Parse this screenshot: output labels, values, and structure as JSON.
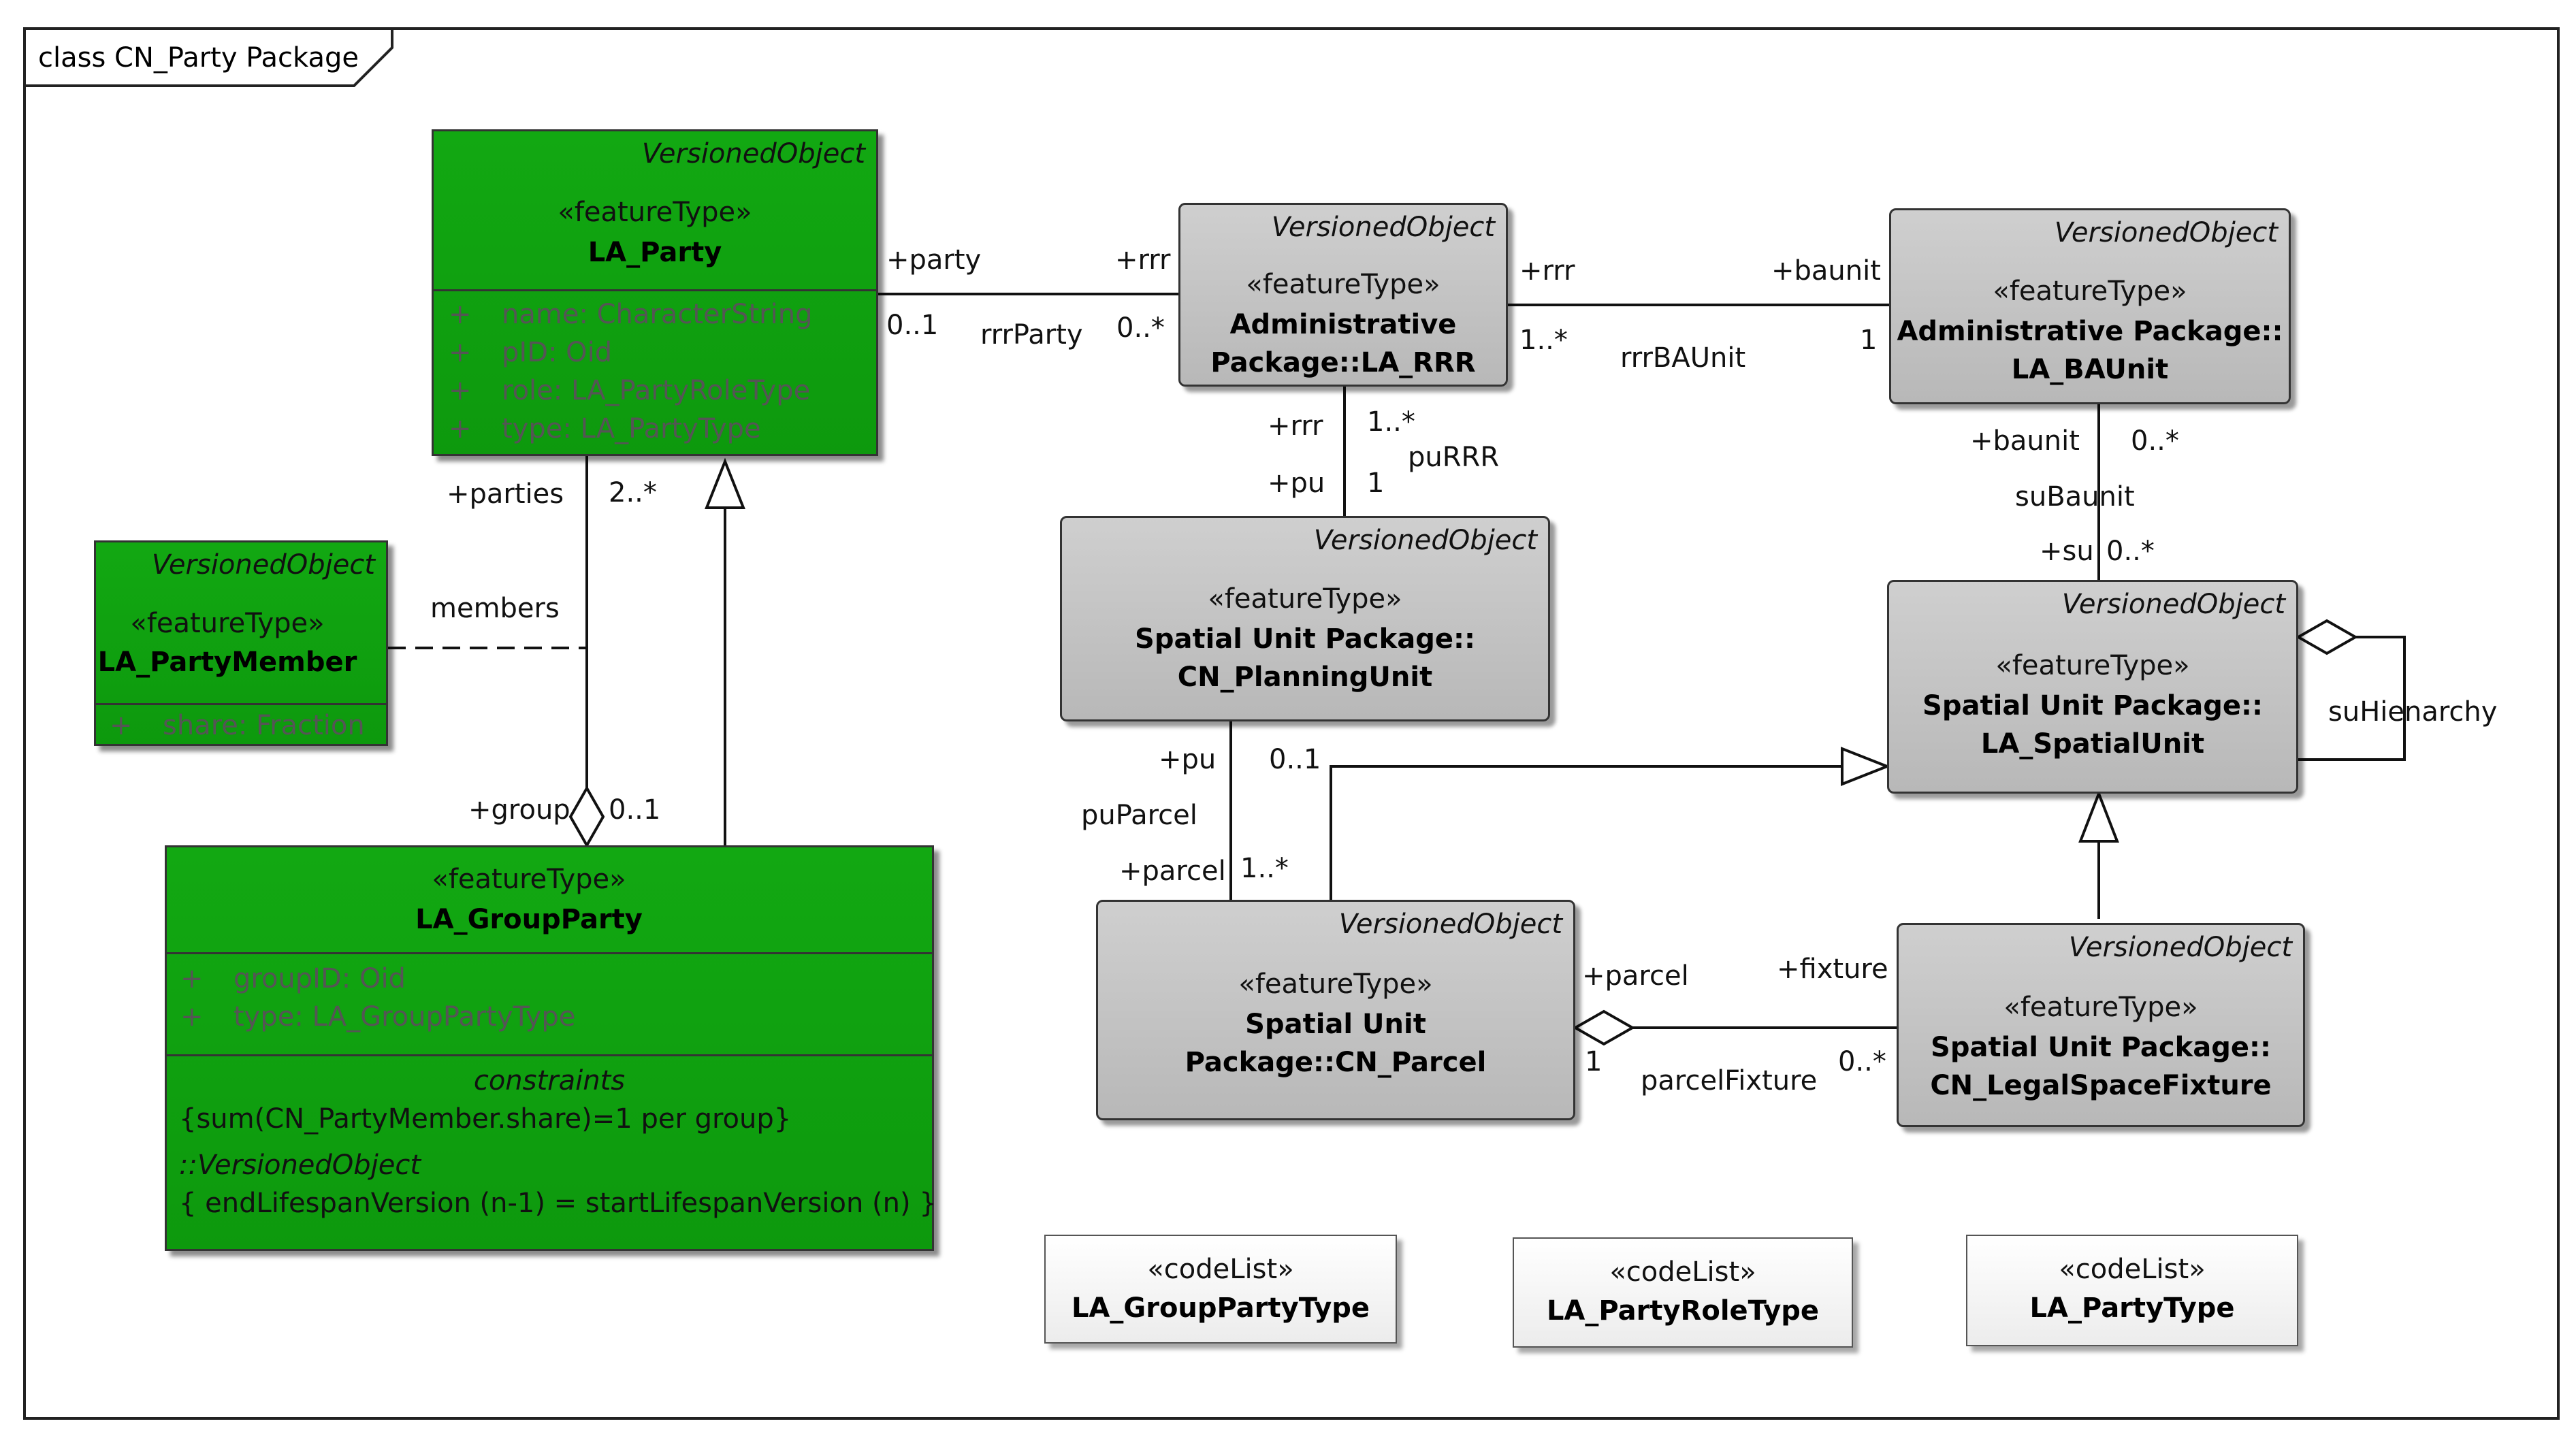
{
  "frame": {
    "title": "class CN_Party Package"
  },
  "common": {
    "versioned": "VersionedObject",
    "feature_stereotype": "«featureType»",
    "codelist_stereotype": "«codeList»",
    "plus": "+"
  },
  "classes": {
    "la_party": {
      "name": "LA_Party",
      "attributes": [
        "name: CharacterString",
        "pID: Oid",
        "role: LA_PartyRoleType",
        "type: LA_PartyType"
      ]
    },
    "la_partymember": {
      "name": "LA_PartyMember",
      "attributes": [
        "share: Fraction"
      ]
    },
    "la_groupparty": {
      "name": "LA_GroupParty",
      "attributes": [
        "groupID: Oid",
        "type: LA_GroupPartyType"
      ],
      "constraints_header": "constraints",
      "constraint_1": "{sum(CN_PartyMember.share)=1 per group}",
      "versioned_ref": "::VersionedObject",
      "constraint_2": "{ endLifespanVersion (n-1) = startLifespanVersion (n) }"
    },
    "la_rrr": {
      "name_line1": "Administrative",
      "name_line2": "Package::LA_RRR"
    },
    "la_baunit": {
      "name_line1": "Administrative Package::",
      "name_line2": "LA_BAUnit"
    },
    "cn_planningunit": {
      "name_line1": "Spatial Unit Package::",
      "name_line2": "CN_PlanningUnit"
    },
    "la_spatialunit": {
      "name_line1": "Spatial Unit Package::",
      "name_line2": "LA_SpatialUnit"
    },
    "cn_parcel": {
      "name_line1": "Spatial Unit Package::CN_Parcel"
    },
    "cn_legalspacefixture": {
      "name_line1": "Spatial Unit Package::",
      "name_line2": "CN_LegalSpaceFixture"
    },
    "la_grouppartytype": {
      "name": "LA_GroupPartyType"
    },
    "la_partyroletype": {
      "name": "LA_PartyRoleType"
    },
    "la_partytype": {
      "name": "LA_PartyType"
    }
  },
  "labels": {
    "party_role": "+party",
    "party_mult": "0..1",
    "rrr_role_1": "+rrr",
    "rrr_mult_1": "0..*",
    "rrrparty": "rrrParty",
    "rrr_role_2": "+rrr",
    "rrr_mult_2": "1..*",
    "rrrbaunit": "rrrBAUnit",
    "baunit_role_1": "+baunit",
    "baunit_mult_1": "1",
    "rrr_role_3": "+rrr",
    "rrr_mult_3": "1..*",
    "purrr": "puRRR",
    "pu_role_1": "+pu",
    "pu_mult_1": "1",
    "baunit_role_2": "+baunit",
    "baunit_mult_2": "0..*",
    "subaunit": "suBaunit",
    "su_role": "+su",
    "su_mult": "0..*",
    "parties_role": "+parties",
    "parties_mult": "2..*",
    "members": "members",
    "group_role": "+group",
    "group_mult": "0..1",
    "suhierarchy": "suHienarchy",
    "pu_role_2": "+pu",
    "pu_mult_2": "0..1",
    "puparcel": "puParcel",
    "parcel_role_1": "+parcel",
    "parcel_mult_1": "1..*",
    "parcel_role_2": "+parcel",
    "parcel_mult_2": "1",
    "fixture_role": "+fixture",
    "fixture_mult": "0..*",
    "parcelfixture": "parcelFixture"
  }
}
